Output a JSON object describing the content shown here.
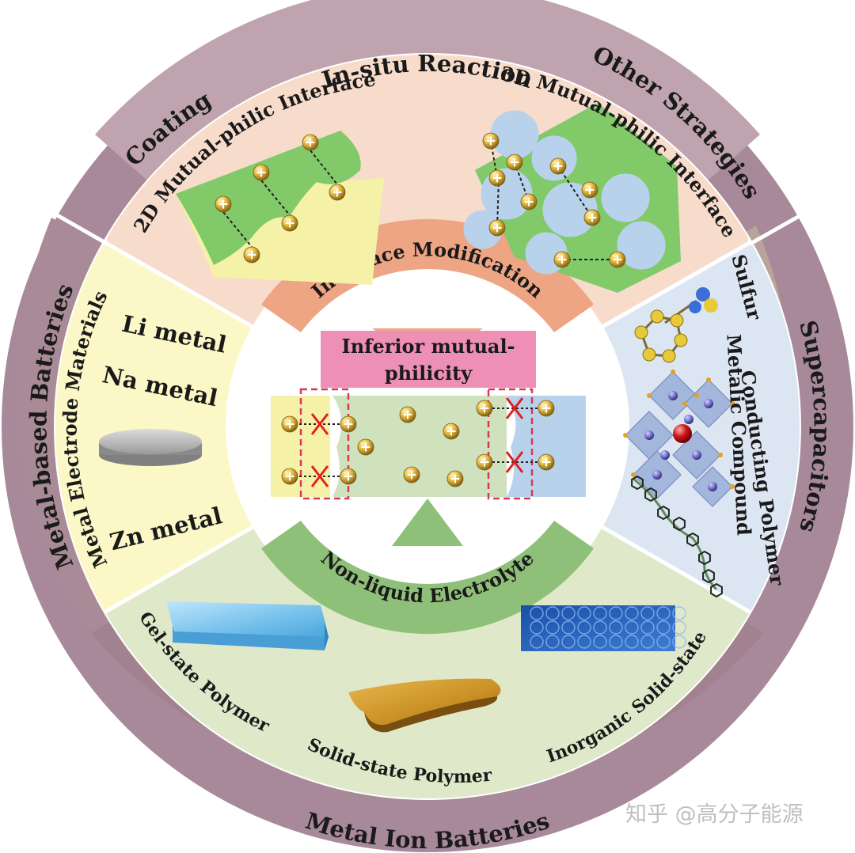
{
  "outer_ring": {
    "top": "In-situ Reaction",
    "top_left": "Coating",
    "top_right": "Other Strategies",
    "left": "Metal-based Batteries",
    "right": "Supercapacitors",
    "bottom": "Metal Ion Batteries"
  },
  "interface_section": {
    "left_title": "2D Mutual-philic Interface",
    "right_title": "3D Mutual-philic Interface"
  },
  "metal_section": {
    "title": "Metal Electrode Materials",
    "items": [
      "Li metal",
      "Na metal",
      "Zn metal"
    ]
  },
  "super_section": {
    "items": [
      "Sulfur",
      "Metalic Compound",
      "Conducting Polymer"
    ]
  },
  "electrolyte_section": {
    "items": [
      "Gel-state Polymer",
      "Solid-state Polymer",
      "Inorganic Solid-state"
    ]
  },
  "center": {
    "banner_line1": "Inferior mutual-",
    "banner_line2": "philicity",
    "top_arc_label": "Interface Modification",
    "bottom_arc_label": "Non-liquid Electrolyte"
  },
  "colors": {
    "ring_left": "#a88a96",
    "ring_top": "#bda0ab",
    "ring_right": "#b9a29a",
    "interface_bg": "#f6dccc",
    "metal_bg": "#fbf7c8",
    "super_bg": "#dbe6f2",
    "electrolyte_bg": "#dde8c8",
    "arc_orange": "#eea583",
    "arc_green": "#8fc07a",
    "banner_pink": "#ee8fb6",
    "ion_gold": "#d4a82a",
    "green_phase": "#82c96a",
    "blue_phase": "#b9d2ec",
    "yellow_phase": "#f5f2a8"
  },
  "watermark": "知乎 @高分子能源"
}
